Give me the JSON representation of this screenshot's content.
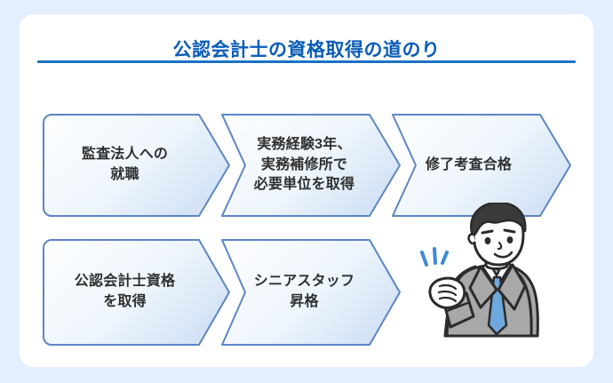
{
  "page": {
    "background_color": "#e4effd",
    "card_color": "#ffffff"
  },
  "header": {
    "title": "公認会計士の資格取得の道のり",
    "title_color": "#0a5cb8",
    "rule_color": "#1a72c4"
  },
  "flow": {
    "border_color": "#5b86c4",
    "fill_from": "#fdfeff",
    "fill_to": "#d6e6f7",
    "text_color": "#2f2f2f",
    "rows": [
      {
        "steps": [
          {
            "index": 1,
            "label": "監査法人への\n就職",
            "shape": "chevron-start"
          },
          {
            "index": 2,
            "label": "実務経験3年、\n実務補修所で\n必要単位を取得",
            "shape": "chevron-middle"
          },
          {
            "index": 3,
            "label": "修了考査合格",
            "shape": "chevron-middle"
          }
        ]
      },
      {
        "steps": [
          {
            "index": 4,
            "label": "公認会計士資格\nを取得",
            "shape": "chevron-start"
          },
          {
            "index": 5,
            "label": "シニアスタッフ\n昇格",
            "shape": "chevron-middle"
          }
        ]
      }
    ]
  },
  "illustration": {
    "name": "businessman-fist-pump",
    "suit_color": "#a8a8a8",
    "tie_color": "#6ea8dd",
    "skin_color": "#ffffff",
    "hair_color": "#3a3a3a",
    "accent_color": "#3d8ad8"
  }
}
